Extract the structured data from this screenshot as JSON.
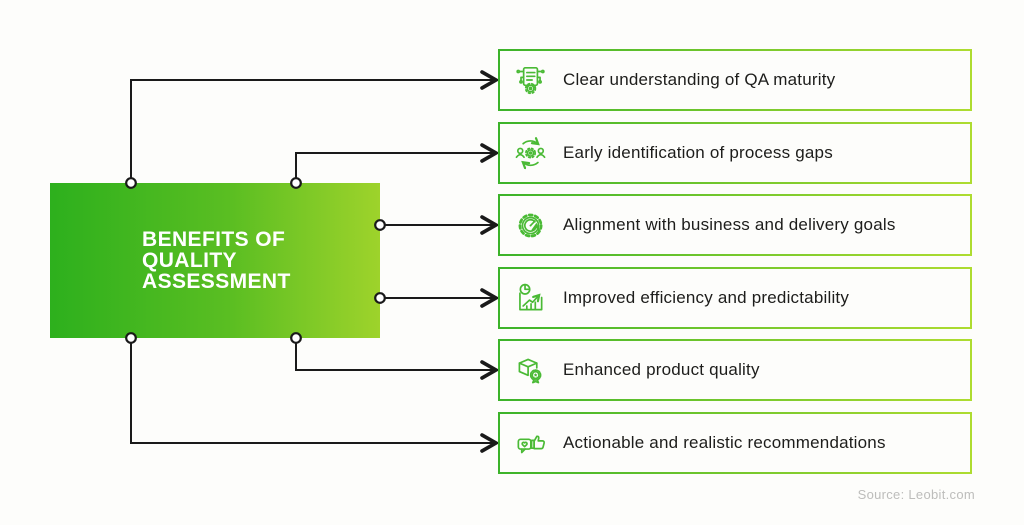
{
  "main_box": {
    "title_lines": [
      "BENEFITS OF",
      "QUALITY",
      "ASSESSMENT"
    ],
    "gradient_start": "#2DB01D",
    "gradient_end": "#9ED32B",
    "text_color": "#FFFFFF"
  },
  "benefits": [
    {
      "label": "Clear understanding of QA maturity",
      "icon": "qa-maturity-report-icon"
    },
    {
      "label": "Early identification of process gaps",
      "icon": "people-gear-cycle-icon"
    },
    {
      "label": "Alignment with business and delivery goals",
      "icon": "gear-target-icon"
    },
    {
      "label": "Improved efficiency and predictability",
      "icon": "growth-chart-icon"
    },
    {
      "label": "Enhanced product quality",
      "icon": "package-award-icon"
    },
    {
      "label": "Actionable and realistic recommendations",
      "icon": "feedback-thumbs-up-icon"
    }
  ],
  "card_style": {
    "border_gradient_start": "#3CB32A",
    "border_gradient_end": "#AEDC30",
    "icon_color": "#4ABA35",
    "text_color": "#1D1D1B"
  },
  "connectors": {
    "line_color": "#1A1A1A",
    "dot_fill": "#FFFFFF"
  },
  "source": {
    "text": "Source: Leobit.com",
    "color": "#BDBDBB"
  }
}
